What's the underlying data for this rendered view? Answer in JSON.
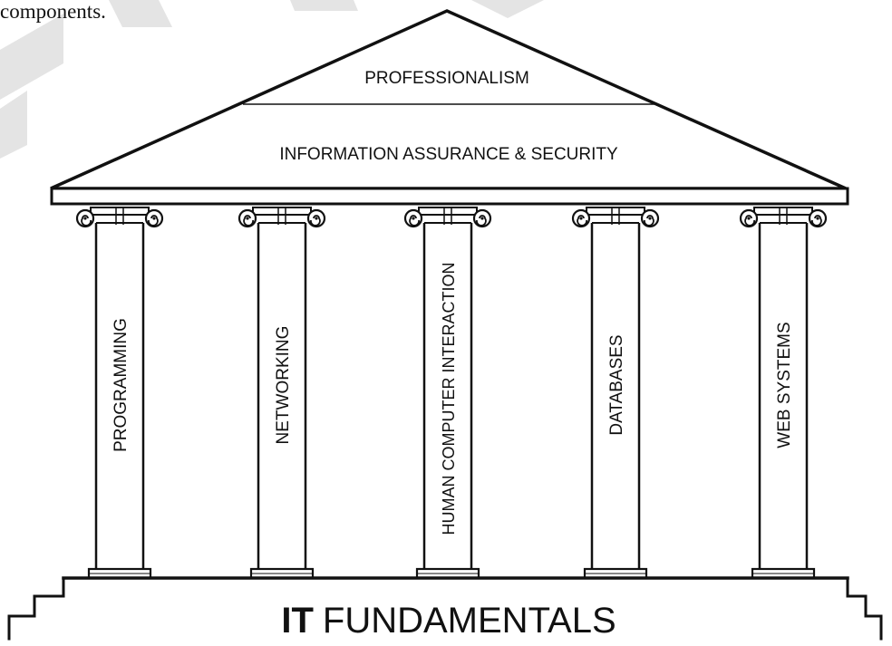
{
  "header_fragment": "components.",
  "roof": {
    "top_label": "PROFESSIONALISM",
    "bottom_label": "INFORMATION ASSURANCE & SECURITY"
  },
  "pillars": [
    {
      "label": "PROGRAMMING"
    },
    {
      "label": "NETWORKING"
    },
    {
      "label": "HUMAN COMPUTER INTERACTION"
    },
    {
      "label": "DATABASES"
    },
    {
      "label": "WEB SYSTEMS"
    }
  ],
  "foundation": {
    "bold": "IT",
    "rest": "FUNDAMENTALS"
  },
  "colors": {
    "ink": "#111111",
    "background": "#ffffff",
    "watermark": "#e4e4e4"
  }
}
